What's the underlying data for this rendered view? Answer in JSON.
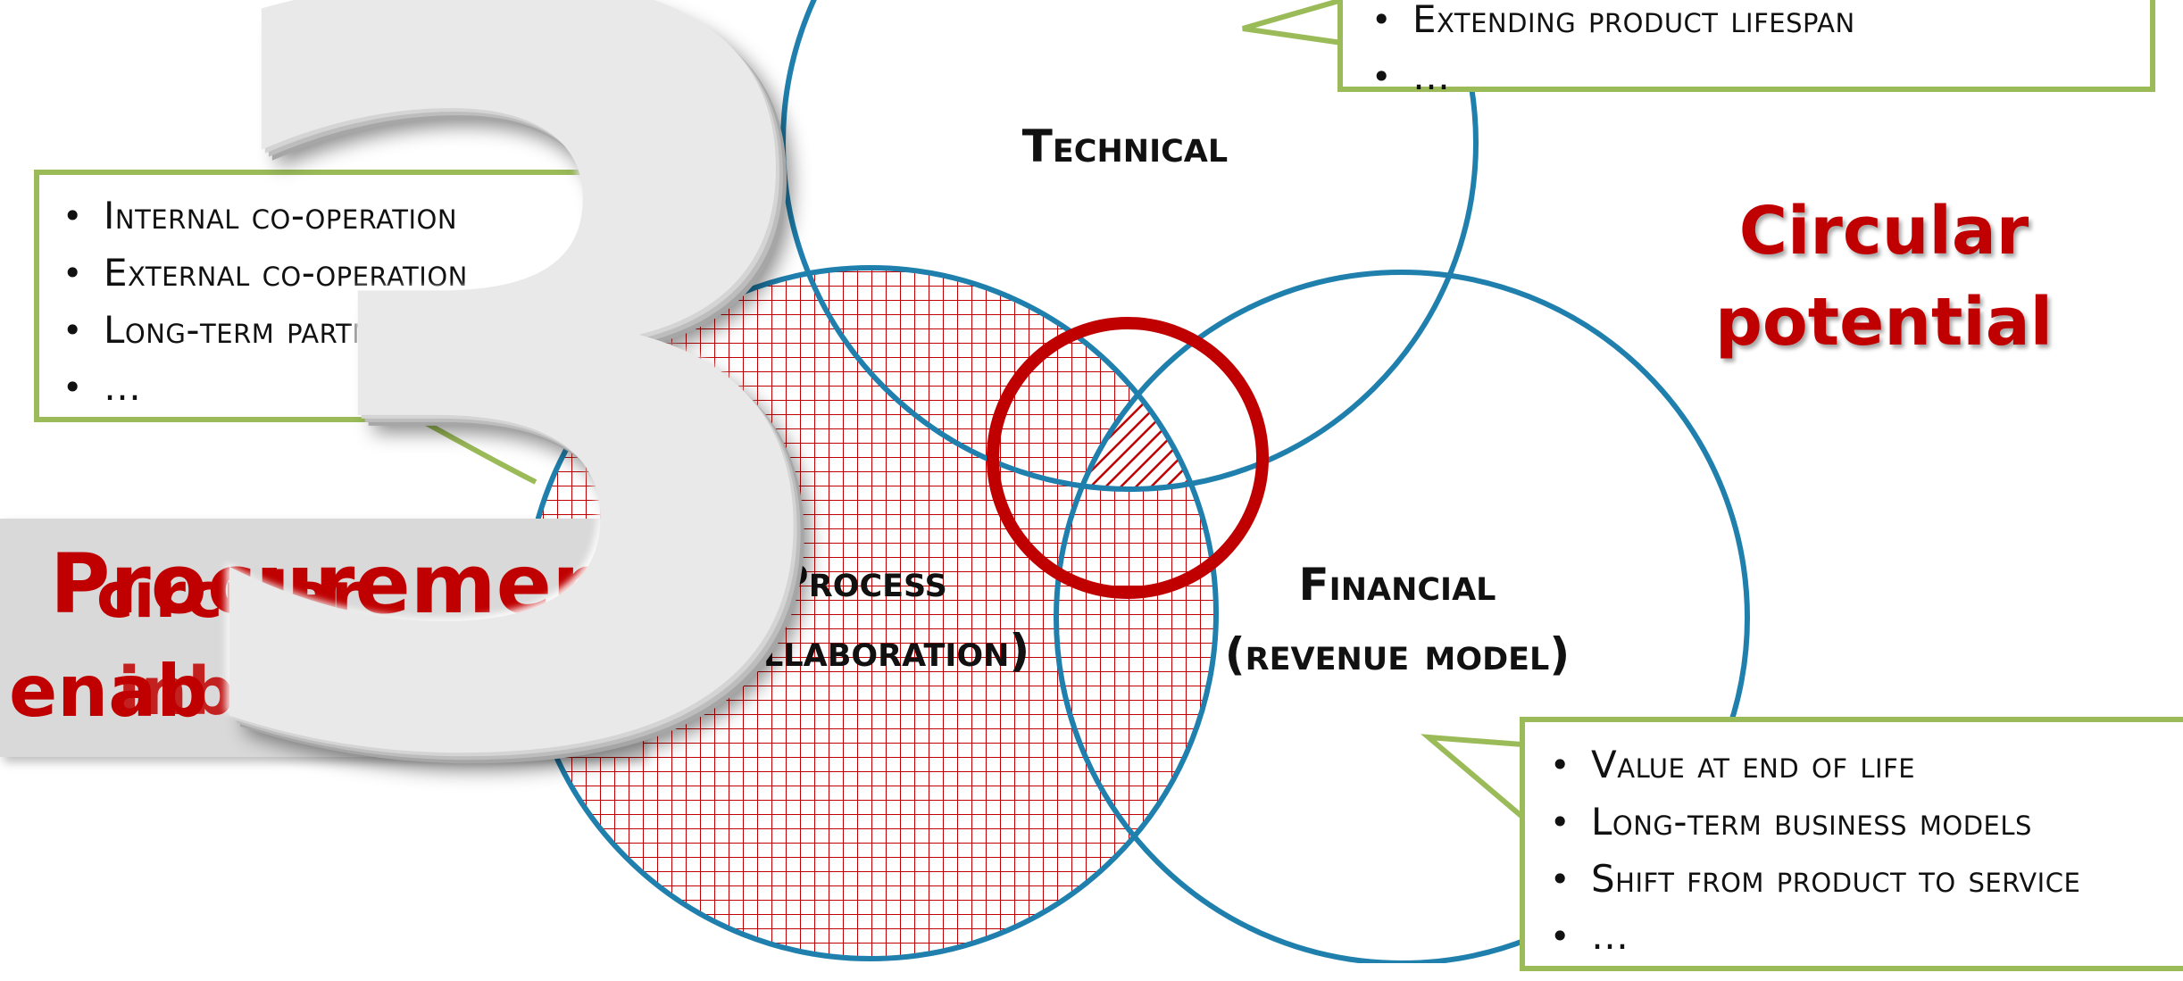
{
  "circles": {
    "technical_label": "Technical",
    "process_label_line1": "Process",
    "process_label_line2": "(collaboration)",
    "financial_label_line1": "Financial",
    "financial_label_line2": "(revenue model)"
  },
  "callout_top": {
    "items": [
      "Extending product lifespan",
      "…"
    ]
  },
  "callout_left": {
    "items": [
      "Internal co-operation",
      "External co-operation",
      "Long-term partner",
      "…"
    ]
  },
  "callout_bottom": {
    "items": [
      "Value at end of life",
      "Long-term business models",
      "Shift from product to service",
      "…"
    ]
  },
  "circular_potential": {
    "line1": "Circular",
    "line2": "potential"
  },
  "banner": {
    "text_main": "Procurement",
    "text_overlay": "circular",
    "line2_a": "enab",
    "line2_b": "inbl"
  },
  "big_number": "3",
  "colors": {
    "circle_blue": "#1f7fad",
    "accent_red": "#c00000",
    "callout_green": "#9bbb59",
    "banner_gray": "#d9d9d9"
  }
}
